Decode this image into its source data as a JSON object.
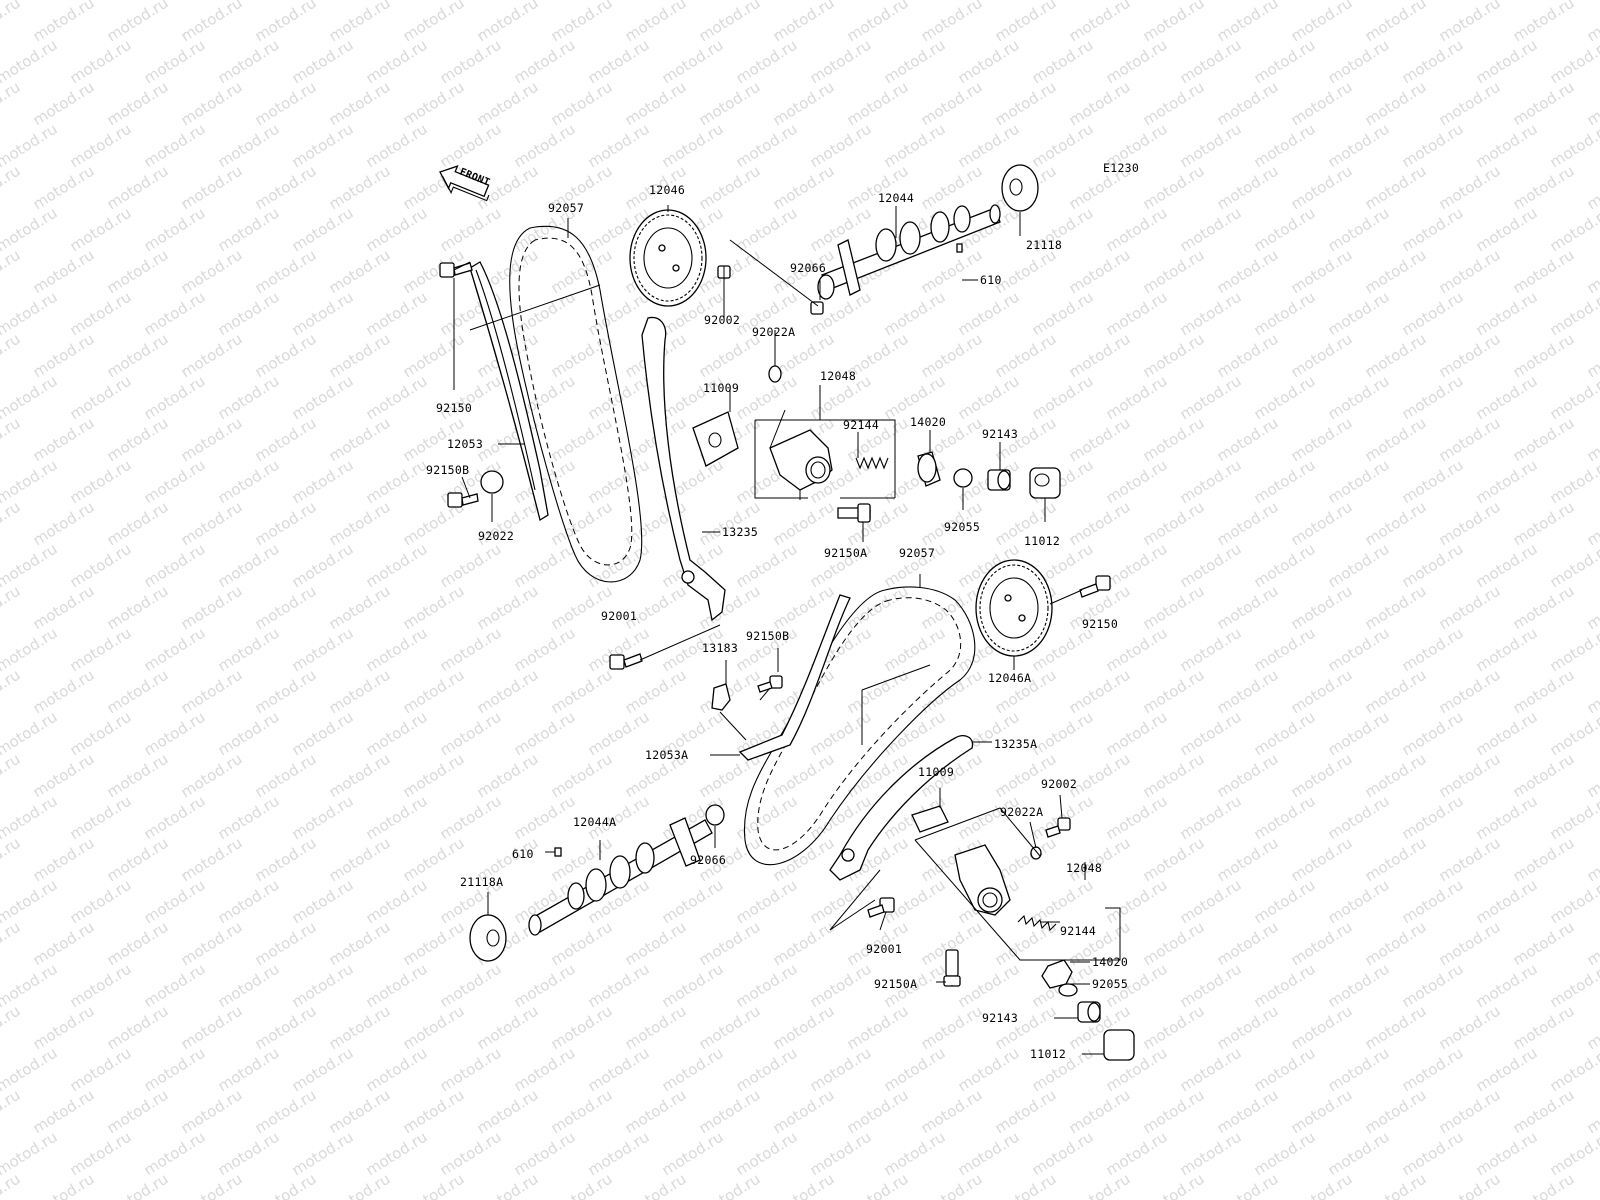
{
  "diagram_code": "E1230",
  "front_label": "FRONT",
  "watermark_text": "motod.ru",
  "labels": {
    "p12046": "12046",
    "p92057": "92057",
    "p12044": "12044",
    "p21118": "21118",
    "p610": "610",
    "p92066": "92066",
    "p92002": "92002",
    "p92022A": "92022A",
    "p92150": "92150",
    "p11009": "11009",
    "p12048": "12048",
    "p92144": "92144",
    "p14020": "14020",
    "p92143": "92143",
    "p12053": "12053",
    "p92150B": "92150B",
    "p92022": "92022",
    "p92055": "92055",
    "p11012": "11012",
    "p13235": "13235",
    "p92150A": "92150A",
    "p92057b": "92057",
    "p92150r": "92150",
    "p92001": "92001",
    "p92150Bb": "92150B",
    "p13183": "13183",
    "p12046A": "12046A",
    "p12053A": "12053A",
    "p13235A": "13235A",
    "p11009b": "11009",
    "p92002b": "92002",
    "p92022Ab": "92022A",
    "p12044A": "12044A",
    "p610b": "610",
    "p21118A": "21118A",
    "p92066b": "92066",
    "p12048b": "12048",
    "p92144b": "92144",
    "p92001b": "92001",
    "p14020b": "14020",
    "p92150Ab": "92150A",
    "p92055b": "92055",
    "p92143b": "92143",
    "p11012b": "11012"
  }
}
